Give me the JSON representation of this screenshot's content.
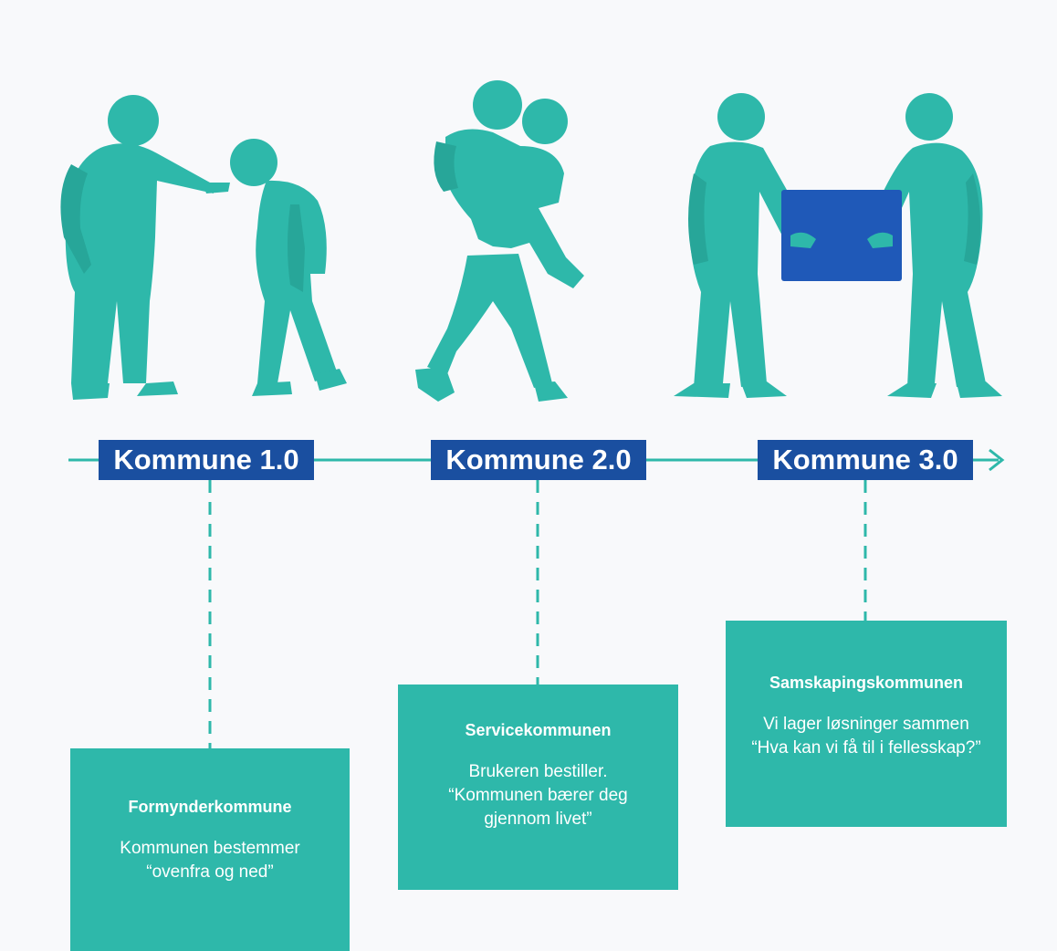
{
  "stages": [
    {
      "label": "Kommune 1.0",
      "card_title": "Formynderkommune",
      "card_lines": [
        "Kommunen bestemmer",
        "“ovenfra og ned”"
      ]
    },
    {
      "label": "Kommune 2.0",
      "card_title": "Servicekommunen",
      "card_lines": [
        "Brukeren bestiller.",
        "“Kommunen bærer deg",
        "gjennom livet”"
      ]
    },
    {
      "label": "Kommune 3.0",
      "card_title": "Samskapingskommunen",
      "card_lines": [
        "Vi lager løsninger sammen",
        "“Hva kan vi få til i fellesskap?”"
      ]
    }
  ],
  "colors": {
    "figure": "#2eb8aa",
    "figure_shadow": "#1f9488",
    "box": "#1a4fa0",
    "timeline": "#2eb8aa",
    "card": "#2eb8aa",
    "background": "#f8f9fb"
  },
  "icons": [
    "pointing-person-icon",
    "bowed-person-icon",
    "piggyback-people-icon",
    "cooperating-people-icon",
    "box-icon",
    "arrow-right-icon"
  ]
}
